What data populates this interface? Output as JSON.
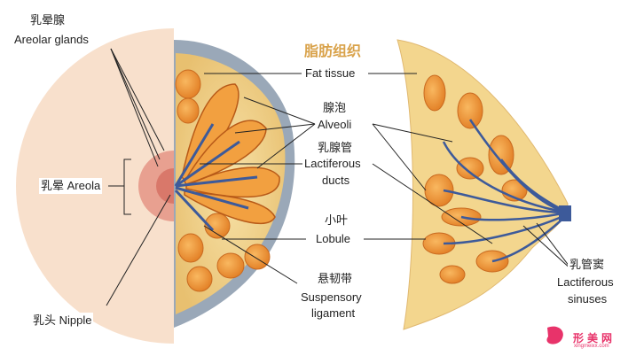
{
  "labels": {
    "areolar_glands": {
      "cn": "乳晕腺",
      "en": "Areolar glands"
    },
    "areola": {
      "text": "乳晕 Areola"
    },
    "nipple": {
      "text": "乳头 Nipple"
    },
    "fat_tissue": {
      "cn": "脂肪组织",
      "en": "Fat tissue"
    },
    "alveoli": {
      "cn": "腺泡",
      "en": "Alveoli"
    },
    "lactiferous_ducts": {
      "cn": "乳腺管",
      "en1": "Lactiferous",
      "en2": "ducts"
    },
    "lobule": {
      "cn": "小叶",
      "en": "Lobule"
    },
    "suspensory_ligament": {
      "cn": "悬韧带",
      "en1": "Suspensory",
      "en2": "ligament"
    },
    "lactiferous_sinuses": {
      "cn": "乳管窦",
      "en1": "Lactiferous",
      "en2": "sinuses"
    }
  },
  "watermark": {
    "text": "形美网",
    "sub": "xingmeixx.com"
  },
  "colors": {
    "skin": "#f8e0cc",
    "areola": "#e8a090",
    "fat": "#f3d68e",
    "lobule": "#ef9a36",
    "duct": "#3d5a9a",
    "watermark": "#e8336a"
  }
}
